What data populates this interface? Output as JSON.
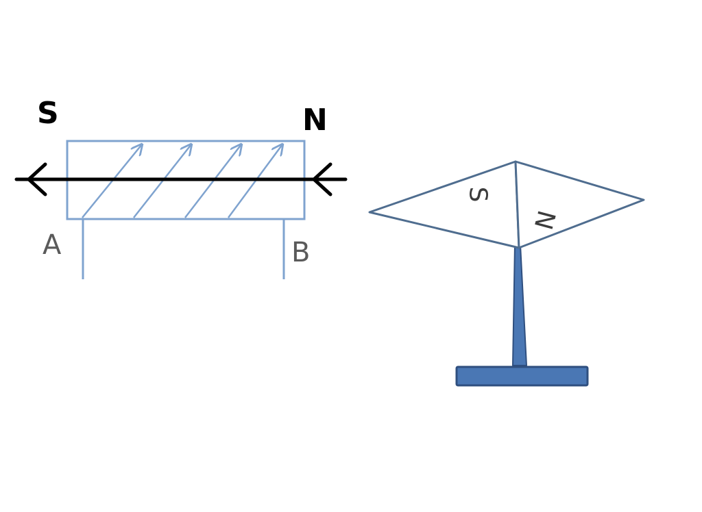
{
  "solenoid": {
    "left_pole": "S",
    "right_pole": "N",
    "terminal_a": "A",
    "terminal_b": "B"
  },
  "compass": {
    "needle_s": "S",
    "needle_n": "N"
  },
  "colors": {
    "wire": "#7fa3cf",
    "coil_body": "#6c8ec0",
    "compass_outline": "#4f6d8f",
    "stand_fill": "#4a77b4",
    "stand_stroke": "#2f4f7f",
    "field_line": "#000000"
  }
}
